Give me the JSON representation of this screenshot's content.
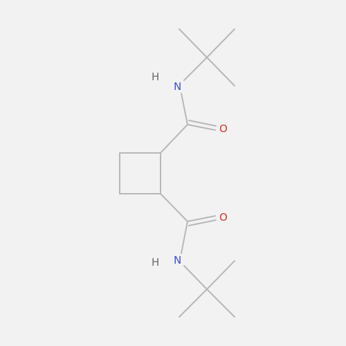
{
  "molecule": {
    "colors": {
      "background": "#f2f2f2",
      "bond": "#b8b8b8",
      "nitrogen": "#3f4bd6",
      "oxygen": "#e03030",
      "hydrogen": "#6a6a6a"
    },
    "atoms": {
      "upper_amide": {
        "h": "H",
        "n": "N",
        "o": "O"
      },
      "lower_amide": {
        "h": "H",
        "n": "N",
        "o": "O"
      }
    }
  }
}
